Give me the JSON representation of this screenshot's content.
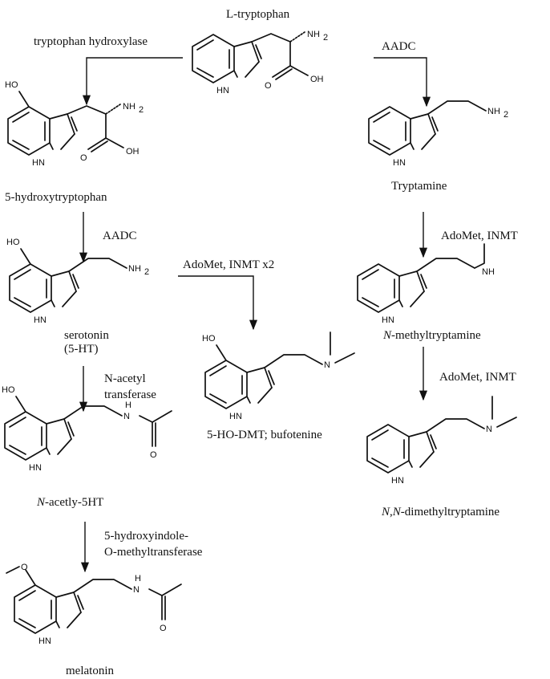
{
  "compounds": {
    "tryptophan": "L-tryptophan",
    "hydroxytryptophan": "5-hydroxytryptophan",
    "tryptamine": "Tryptamine",
    "serotonin": "serotonin",
    "serotonin_abbr": "(5-HT)",
    "nmt_prefix": "N",
    "nmt_suffix": "-methyltryptamine",
    "bufotenine": "5-HO-DMT; bufotenine",
    "acetyl_prefix": "N",
    "acetyl_suffix": "-acetly-5HT",
    "dmt_prefix1": "N",
    "dmt_comma": ",",
    "dmt_prefix2": "N",
    "dmt_suffix": "-dimethyltryptamine",
    "melatonin": "melatonin"
  },
  "enzymes": {
    "tph": "tryptophan hydroxylase",
    "aadc_right": "AADC",
    "aadc_left": "AADC",
    "inmt_x2": "AdoMet, INMT x2",
    "inmt_1": "AdoMet, INMT",
    "inmt_2": "AdoMet, INMT",
    "nat_1": "N-acetyl",
    "nat_2": "transferase",
    "hiomt_1": "5-hydroxyindole-",
    "hiomt_2": "O-methyltransferase"
  },
  "atoms": {
    "hn": "HN",
    "nh2": "NH",
    "sub2": "2",
    "oh": "OH",
    "ho": "HO",
    "o": "O",
    "h": "H",
    "n": "N",
    "nh": "NH"
  }
}
